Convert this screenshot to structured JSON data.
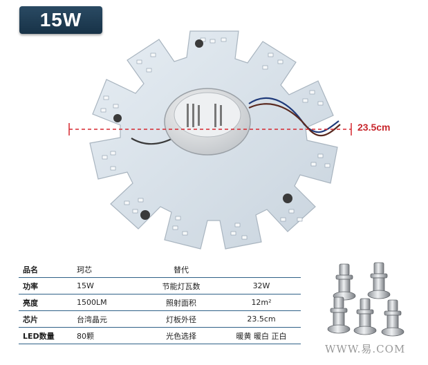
{
  "badge": {
    "text": "15W"
  },
  "dimension": {
    "label": "23.5cm"
  },
  "specs": [
    {
      "k": "品名",
      "v": "珂芯",
      "k2": "替代",
      "v2": ""
    },
    {
      "k": "功率",
      "v": "15W",
      "k2": "节能灯瓦数",
      "v2": "32W"
    },
    {
      "k": "亮度",
      "v": "1500LM",
      "k2": "照射面积",
      "v2": "12m²"
    },
    {
      "k": "芯片",
      "v": "台湾晶元",
      "k2": "灯板外径",
      "v2": "23.5cm"
    },
    {
      "k": "LED数量",
      "v": "80颗",
      "k2": "光色选择",
      "v2": "暖黄 暖白 正白"
    }
  ],
  "watermark": {
    "text": "WWW.易.COM"
  }
}
